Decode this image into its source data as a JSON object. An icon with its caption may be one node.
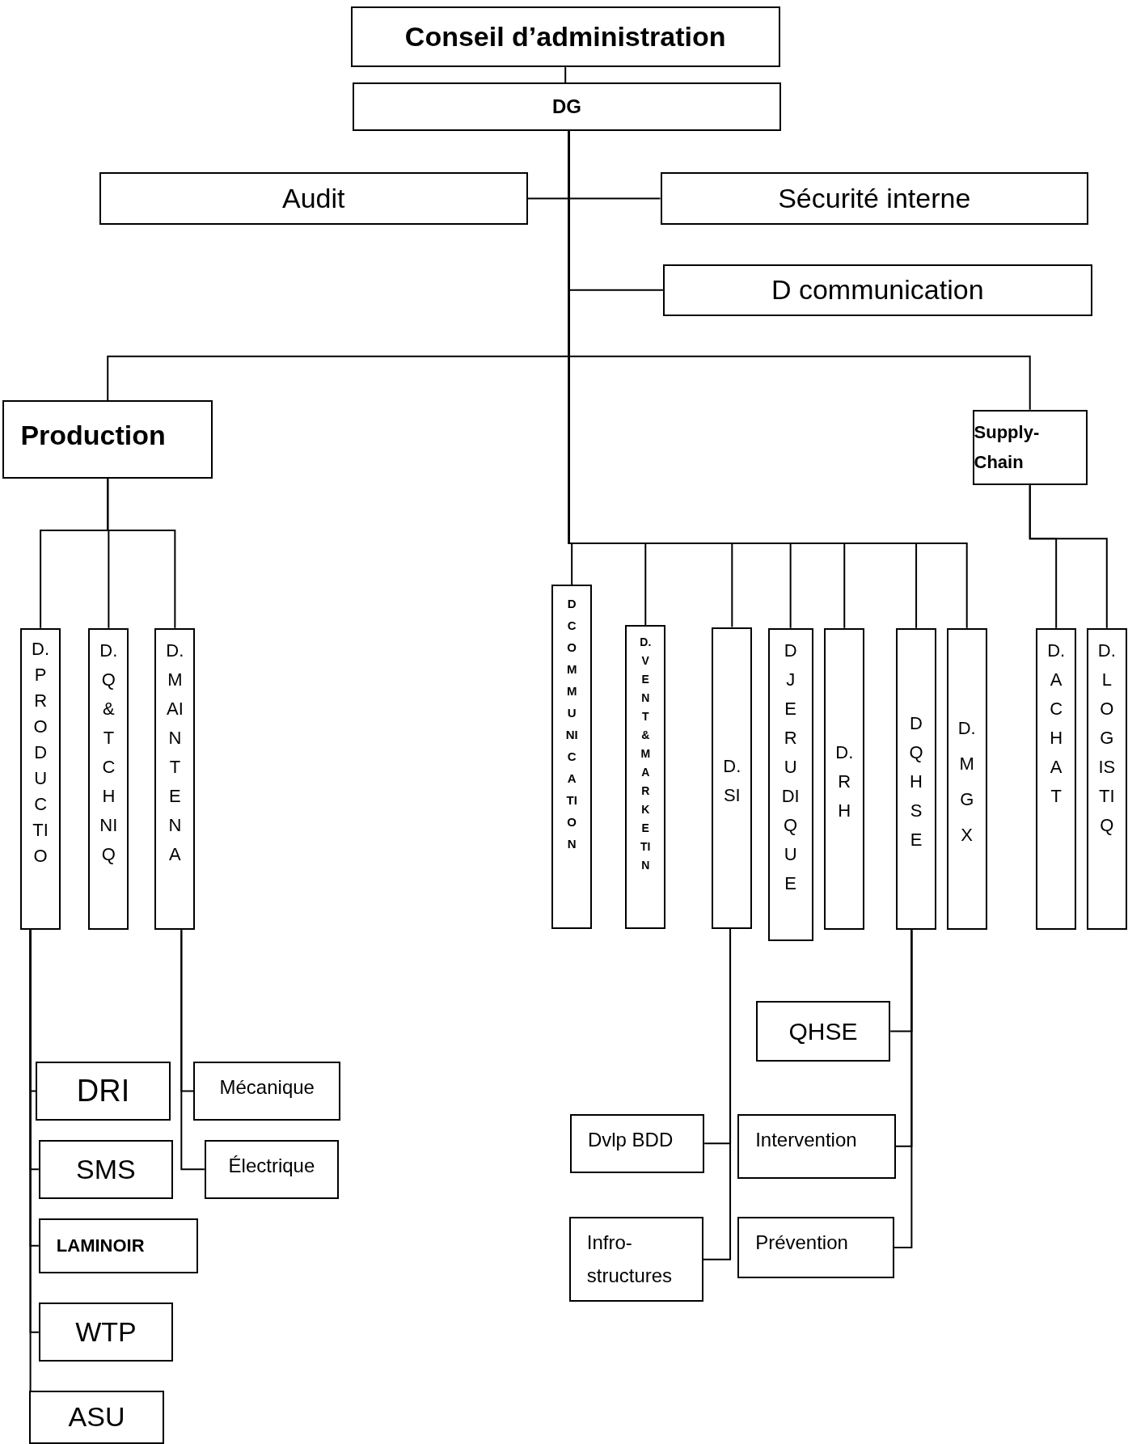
{
  "diagram": {
    "nodes": [
      {
        "text": [
          "Conseil d’administration"
        ]
      },
      {
        "text": [
          "DG"
        ]
      },
      {
        "text": [
          "Audit"
        ]
      },
      {
        "text": [
          "Sécurité interne"
        ]
      },
      {
        "text": [
          "D communication"
        ]
      },
      {
        "text": [
          "Production"
        ]
      },
      {
        "text": [
          "Supply-Chain"
        ]
      },
      {
        "text": [
          "D.PRODUCTIO"
        ]
      },
      {
        "text": [
          "D.Q&TCHNIQ"
        ]
      },
      {
        "text": [
          "D.MAINTENA"
        ]
      },
      {
        "text": [
          "D COMMUNICATION"
        ]
      },
      {
        "text": [
          "D.VENT&MARKETIN"
        ]
      },
      {
        "text": [
          "D.SI"
        ]
      },
      {
        "text": [
          "DJERUDIQUE"
        ]
      },
      {
        "text": [
          "D.RH"
        ]
      },
      {
        "text": [
          "DQHSE"
        ]
      },
      {
        "text": [
          "D.MGX"
        ]
      },
      {
        "text": [
          "D.ACHAT"
        ]
      },
      {
        "text": [
          "D.LOGISTIQ"
        ]
      },
      {
        "text": [
          "DRI"
        ]
      },
      {
        "text": [
          "SMS"
        ]
      },
      {
        "text": [
          "LAMINOIR"
        ]
      },
      {
        "text": [
          "WTP"
        ]
      },
      {
        "text": [
          "ASU"
        ]
      },
      {
        "text": [
          "Mécanique"
        ]
      },
      {
        "text": [
          "Électrique"
        ]
      },
      {
        "text": [
          "QHSE"
        ]
      },
      {
        "text": [
          "Dvlp BDD"
        ]
      },
      {
        "text": [
          "Intervention"
        ]
      },
      {
        "text": [
          "Infro-structures"
        ]
      },
      {
        "text": [
          "Prévention"
        ]
      }
    ],
    "edges": [
      {
        "from": 0,
        "to": 1,
        "arrow": "none"
      },
      {
        "from": 1,
        "to": 2,
        "arrow": "none"
      },
      {
        "from": 1,
        "to": 3,
        "arrow": "none"
      },
      {
        "from": 1,
        "to": 4,
        "arrow": "none"
      },
      {
        "from": 1,
        "to": 5,
        "arrow": "none"
      },
      {
        "from": 1,
        "to": 6,
        "arrow": "none"
      },
      {
        "from": 1,
        "to": 10,
        "arrow": "none"
      },
      {
        "from": 1,
        "to": 11,
        "arrow": "none"
      },
      {
        "from": 1,
        "to": 12,
        "arrow": "none"
      },
      {
        "from": 1,
        "to": 13,
        "arrow": "none"
      },
      {
        "from": 1,
        "to": 14,
        "arrow": "none"
      },
      {
        "from": 1,
        "to": 15,
        "arrow": "none"
      },
      {
        "from": 1,
        "to": 16,
        "arrow": "none"
      },
      {
        "from": 5,
        "to": 7,
        "arrow": "none"
      },
      {
        "from": 5,
        "to": 8,
        "arrow": "none"
      },
      {
        "from": 5,
        "to": 9,
        "arrow": "none"
      },
      {
        "from": 6,
        "to": 17,
        "arrow": "none"
      },
      {
        "from": 6,
        "to": 18,
        "arrow": "none"
      },
      {
        "from": 7,
        "to": 19,
        "arrow": "none"
      },
      {
        "from": 7,
        "to": 20,
        "arrow": "none"
      },
      {
        "from": 7,
        "to": 21,
        "arrow": "none"
      },
      {
        "from": 7,
        "to": 22,
        "arrow": "none"
      },
      {
        "from": 7,
        "to": 23,
        "arrow": "none"
      },
      {
        "from": 9,
        "to": 24,
        "arrow": "none"
      },
      {
        "from": 9,
        "to": 25,
        "arrow": "none"
      },
      {
        "from": 12,
        "to": 27,
        "arrow": "none"
      },
      {
        "from": 12,
        "to": 29,
        "arrow": "none"
      },
      {
        "from": 15,
        "to": 26,
        "arrow": "none"
      },
      {
        "from": 15,
        "to": 28,
        "arrow": "none"
      },
      {
        "from": 15,
        "to": 30,
        "arrow": "none"
      }
    ]
  }
}
